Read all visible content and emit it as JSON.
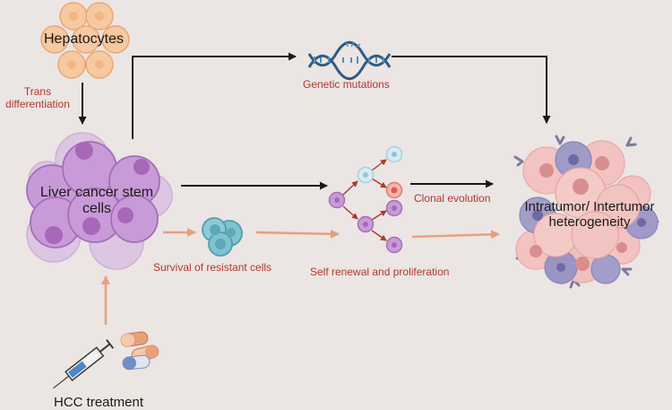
{
  "labels": {
    "hepatocytes": "Hepatocytes",
    "trans_line1": "Trans",
    "trans_line2": "differentiation",
    "lcsc_line1": "Liver cancer stem",
    "lcsc_line2": "cells",
    "genetic_mutations": "Genetic mutations",
    "clonal_evolution": "Clonal evolution",
    "survival": "Survival of resistant cells",
    "self_renewal": "Self renewal and proliferation",
    "heterogeneity_line1": "Intratumor/ Intertumor",
    "heterogeneity_line2": "heterogeneity",
    "hcc_treatment": "HCC treatment"
  },
  "colors": {
    "background": "#ebe5e4",
    "label_red": "#b0392c",
    "arrow_black": "#1a1a1a",
    "arrow_orange": "#e8a07a",
    "hepatocyte_fill": "#f7c9a0",
    "stem_cell_fill": "#c99ad8",
    "resistant_cell_fill": "#7fc3cf",
    "dna_blue": "#2f5b84"
  }
}
